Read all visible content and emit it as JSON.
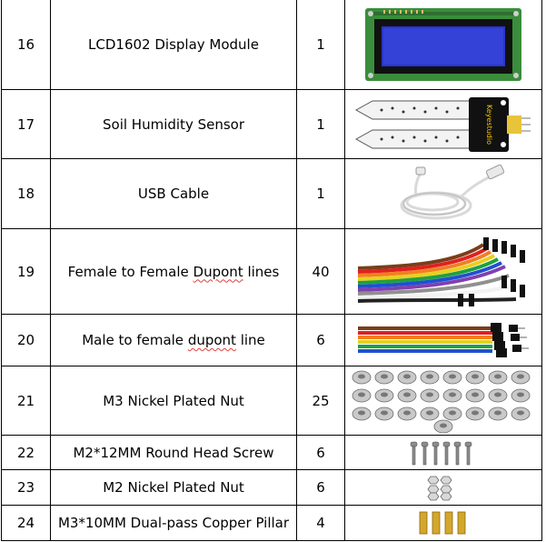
{
  "rows": [
    {
      "no": "16",
      "name": "LCD1602 Display Module",
      "qty": "1",
      "image": "lcd1602-module"
    },
    {
      "no": "17",
      "name": "Soil Humidity Sensor",
      "qty": "1",
      "image": "soil-humidity-sensor",
      "sensor_label": "Keyestudio"
    },
    {
      "no": "18",
      "name": "USB Cable",
      "qty": "1",
      "image": "usb-cable"
    },
    {
      "no": "19",
      "name_pre": "Female to Female ",
      "name_mark": "Dupont",
      "name_post": " lines",
      "qty": "40",
      "image": "female-female-dupont-lines"
    },
    {
      "no": "20",
      "name_pre": "Male to female ",
      "name_mark": "dupont",
      "name_post": " line",
      "qty": "6",
      "image": "male-female-dupont-lines"
    },
    {
      "no": "21",
      "name": "M3 Nickel Plated Nut",
      "qty": "25",
      "image": "m3-nuts"
    },
    {
      "no": "22",
      "name": "M2*12MM Round Head Screw",
      "qty": "6",
      "image": "m2-screws"
    },
    {
      "no": "23",
      "name": "M2 Nickel Plated Nut",
      "qty": "6",
      "image": "m2-nuts"
    },
    {
      "no": "24",
      "name": "M3*10MM Dual-pass Copper Pillar",
      "qty": "4",
      "image": "copper-pillars"
    }
  ]
}
